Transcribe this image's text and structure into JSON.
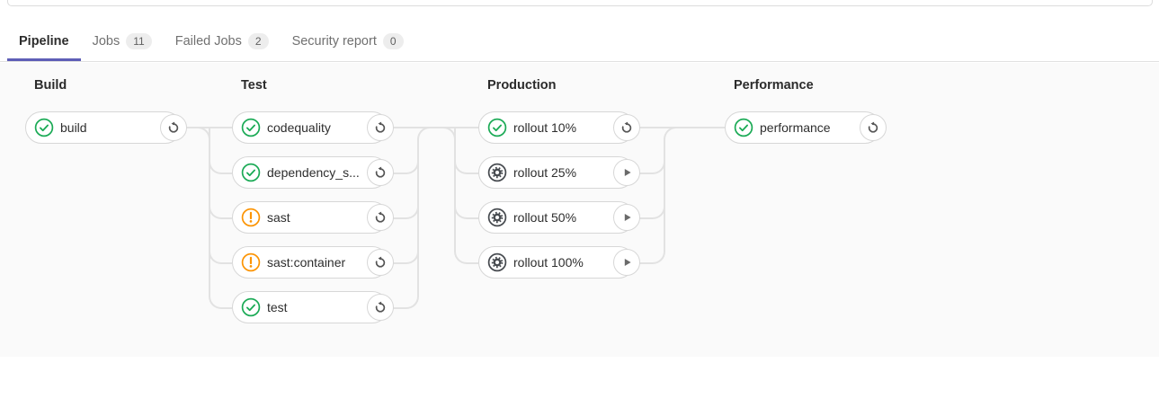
{
  "tabs": [
    {
      "label": "Pipeline",
      "active": true
    },
    {
      "label": "Jobs",
      "badge": "11"
    },
    {
      "label": "Failed Jobs",
      "badge": "2"
    },
    {
      "label": "Security report",
      "badge": "0"
    }
  ],
  "stages": [
    {
      "title": "Build",
      "jobs": [
        {
          "name": "build",
          "status": "success",
          "action": "retry"
        }
      ]
    },
    {
      "title": "Test",
      "jobs": [
        {
          "name": "codequality",
          "status": "success",
          "action": "retry"
        },
        {
          "name": "dependency_s...",
          "status": "success",
          "action": "retry"
        },
        {
          "name": "sast",
          "status": "warning",
          "action": "retry"
        },
        {
          "name": "sast:container",
          "status": "warning",
          "action": "retry"
        },
        {
          "name": "test",
          "status": "success",
          "action": "retry"
        }
      ]
    },
    {
      "title": "Production",
      "jobs": [
        {
          "name": "rollout 10%",
          "status": "success",
          "action": "retry"
        },
        {
          "name": "rollout 25%",
          "status": "manual",
          "action": "play"
        },
        {
          "name": "rollout 50%",
          "status": "manual",
          "action": "play"
        },
        {
          "name": "rollout 100%",
          "status": "manual",
          "action": "play"
        }
      ]
    },
    {
      "title": "Performance",
      "jobs": [
        {
          "name": "performance",
          "status": "success",
          "action": "retry"
        }
      ]
    }
  ],
  "colors": {
    "success_green": "#1aaa55",
    "warning_orange": "#fc9403",
    "accent_purple": "#5e5eb7",
    "connector_gray": "#e2e2e2",
    "graph_background": "#fafafa"
  }
}
